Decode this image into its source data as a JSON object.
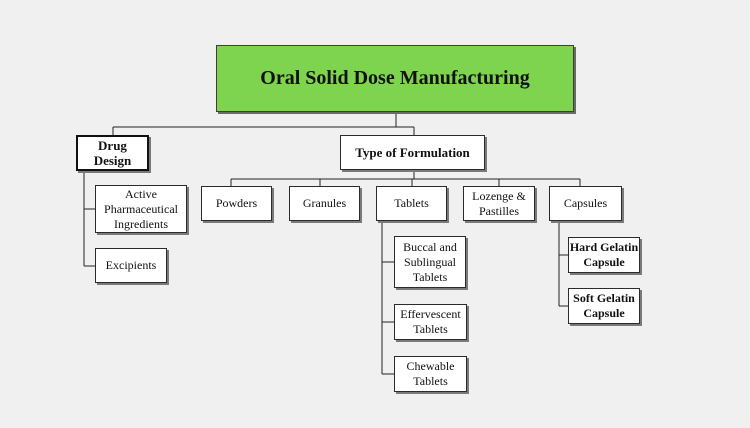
{
  "colors": {
    "root_fill": "#7ed34f",
    "line": "#222222",
    "background": "#f0f0f0"
  },
  "root": "Oral Solid Dose Manufacturing",
  "drug_design": {
    "label": "Drug\nDesign",
    "children": [
      "Active\nPharmaceutical\nIngredients",
      "Excipients"
    ]
  },
  "formulation": {
    "label": "Type of Formulation",
    "children": [
      "Powders",
      "Granules",
      "Tablets",
      "Lozenge &\nPastilles",
      "Capsules"
    ]
  },
  "tablets": {
    "children": [
      "Buccal and\nSublingual\nTablets",
      "Effervescent\nTablets",
      "Chewable\nTablets"
    ]
  },
  "capsules": {
    "children": [
      "Hard Gelatin\nCapsule",
      "Soft Gelatin\nCapsule"
    ]
  }
}
